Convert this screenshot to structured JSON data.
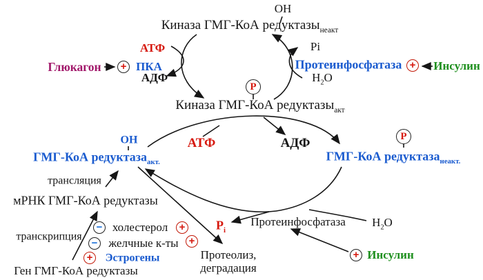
{
  "colors": {
    "blue": "#1a5bcf",
    "red": "#d6190f",
    "green": "#1e8f1e",
    "magenta": "#a2196b",
    "black": "#161616",
    "minus_blue": "#1a6fd8",
    "background": "#ffffff"
  },
  "markers": {
    "plus": "+",
    "minus": "−",
    "phosphate": "P"
  },
  "labels": {
    "oh_top": "OH",
    "kinase_inactive": {
      "main": "Киназа ГМГ-КоА редуктазы",
      "sub": "неакт"
    },
    "atf_top": "АТФ",
    "glucagon": "Глюкагон",
    "pka": "ПКА",
    "adf_top": "АДФ",
    "pi_top": "Pi",
    "phosphatase_top": "Протеинфосфатаза",
    "insulin_top": "Инсулин",
    "h2o_top": {
      "pre": "H",
      "sub": "2",
      "post": "O"
    },
    "kinase_active": {
      "main": "Киназа ГМГ-КоА редуктазы",
      "sub": "акт"
    },
    "oh_mid": "OH",
    "reductase_active": {
      "main": "ГМГ-КоА редуктаза",
      "sub": "акт."
    },
    "atf_mid": "АТФ",
    "adf_mid": "АДФ",
    "reductase_inactive": {
      "main": "ГМГ-КоА редуктаза",
      "sub": "неакт."
    },
    "translation": "трансляция",
    "mrna": "мРНК  ГМГ-КоА редуктазы",
    "transcription": "транскрипция",
    "cholesterol": "холестерол",
    "bile_acids": "желчные к-ты",
    "estrogens": "Эстрогены",
    "gene": "Ген ГМГ-КоА редуктазы",
    "pi_released": {
      "main": "P",
      "sub": "i"
    },
    "proteolysis_line1": "Протеолиз,",
    "proteolysis_line2": "деградация",
    "phosphatase_bottom": "Протеинфосфатаза",
    "h2o_bottom": {
      "pre": "H",
      "sub": "2",
      "post": "O"
    },
    "insulin_bottom": "Инсулин"
  }
}
